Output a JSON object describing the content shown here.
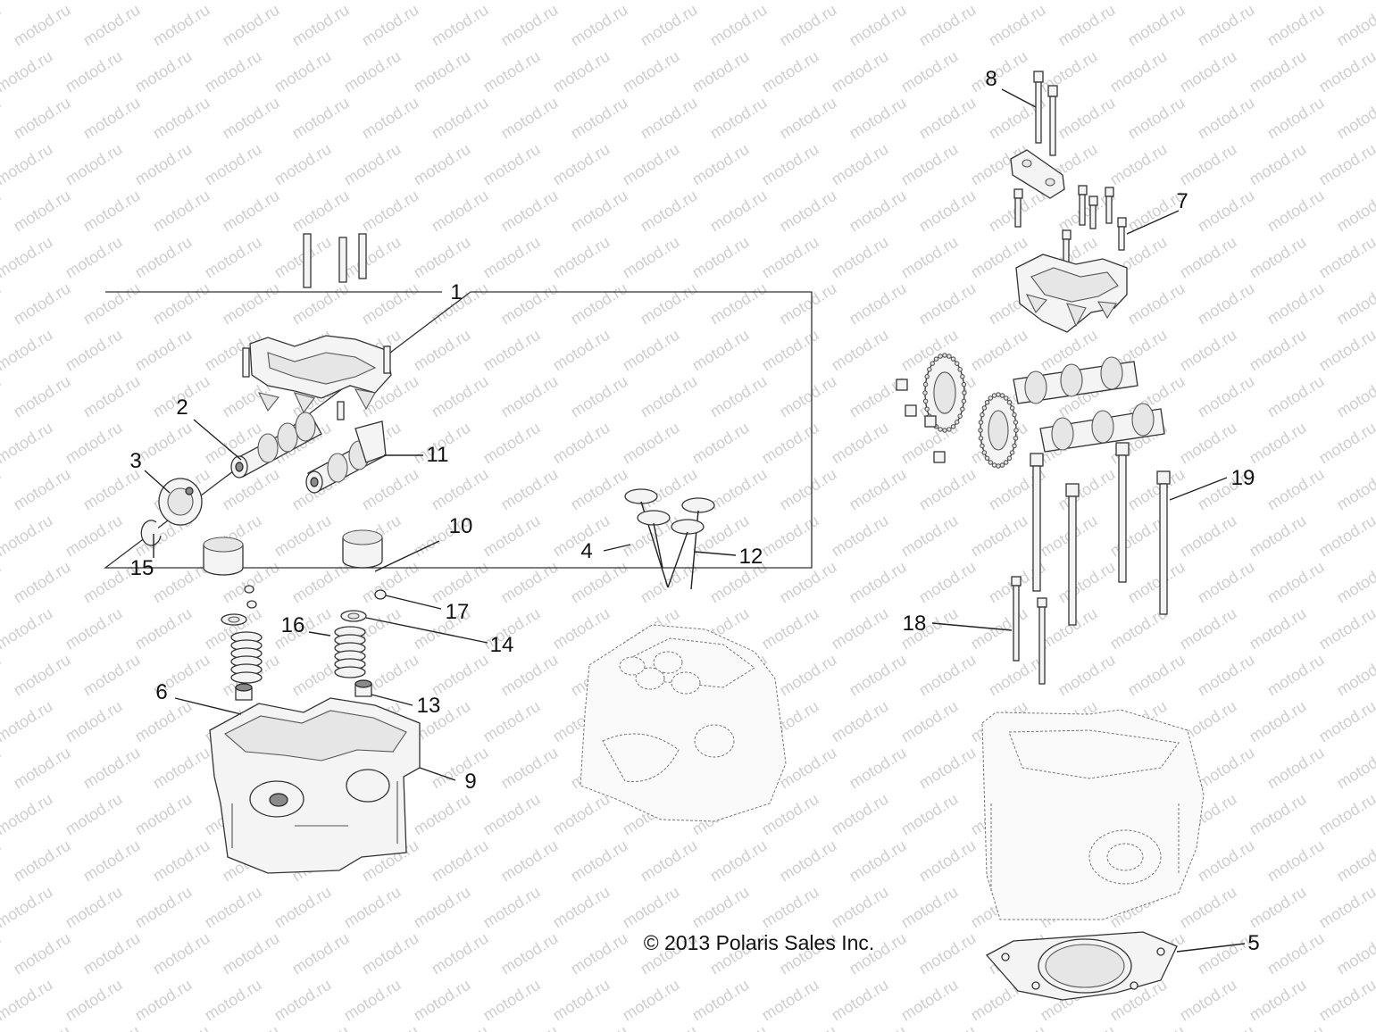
{
  "watermark": {
    "text": "motod.ru",
    "color": "#cfcfcf"
  },
  "assembly_box_label": "1",
  "copyright": "© 2013 Polaris Sales Inc.",
  "callouts": [
    {
      "id": "1",
      "label": "1"
    },
    {
      "id": "2",
      "label": "2"
    },
    {
      "id": "3",
      "label": "3"
    },
    {
      "id": "4",
      "label": "4"
    },
    {
      "id": "5",
      "label": "5"
    },
    {
      "id": "6",
      "label": "6"
    },
    {
      "id": "7",
      "label": "7"
    },
    {
      "id": "8",
      "label": "8"
    },
    {
      "id": "9",
      "label": "9"
    },
    {
      "id": "10",
      "label": "10"
    },
    {
      "id": "11",
      "label": "11"
    },
    {
      "id": "12",
      "label": "12"
    },
    {
      "id": "13",
      "label": "13"
    },
    {
      "id": "14",
      "label": "14"
    },
    {
      "id": "15",
      "label": "15"
    },
    {
      "id": "16",
      "label": "16"
    },
    {
      "id": "17",
      "label": "17"
    },
    {
      "id": "18",
      "label": "18"
    },
    {
      "id": "19",
      "label": "19"
    }
  ]
}
